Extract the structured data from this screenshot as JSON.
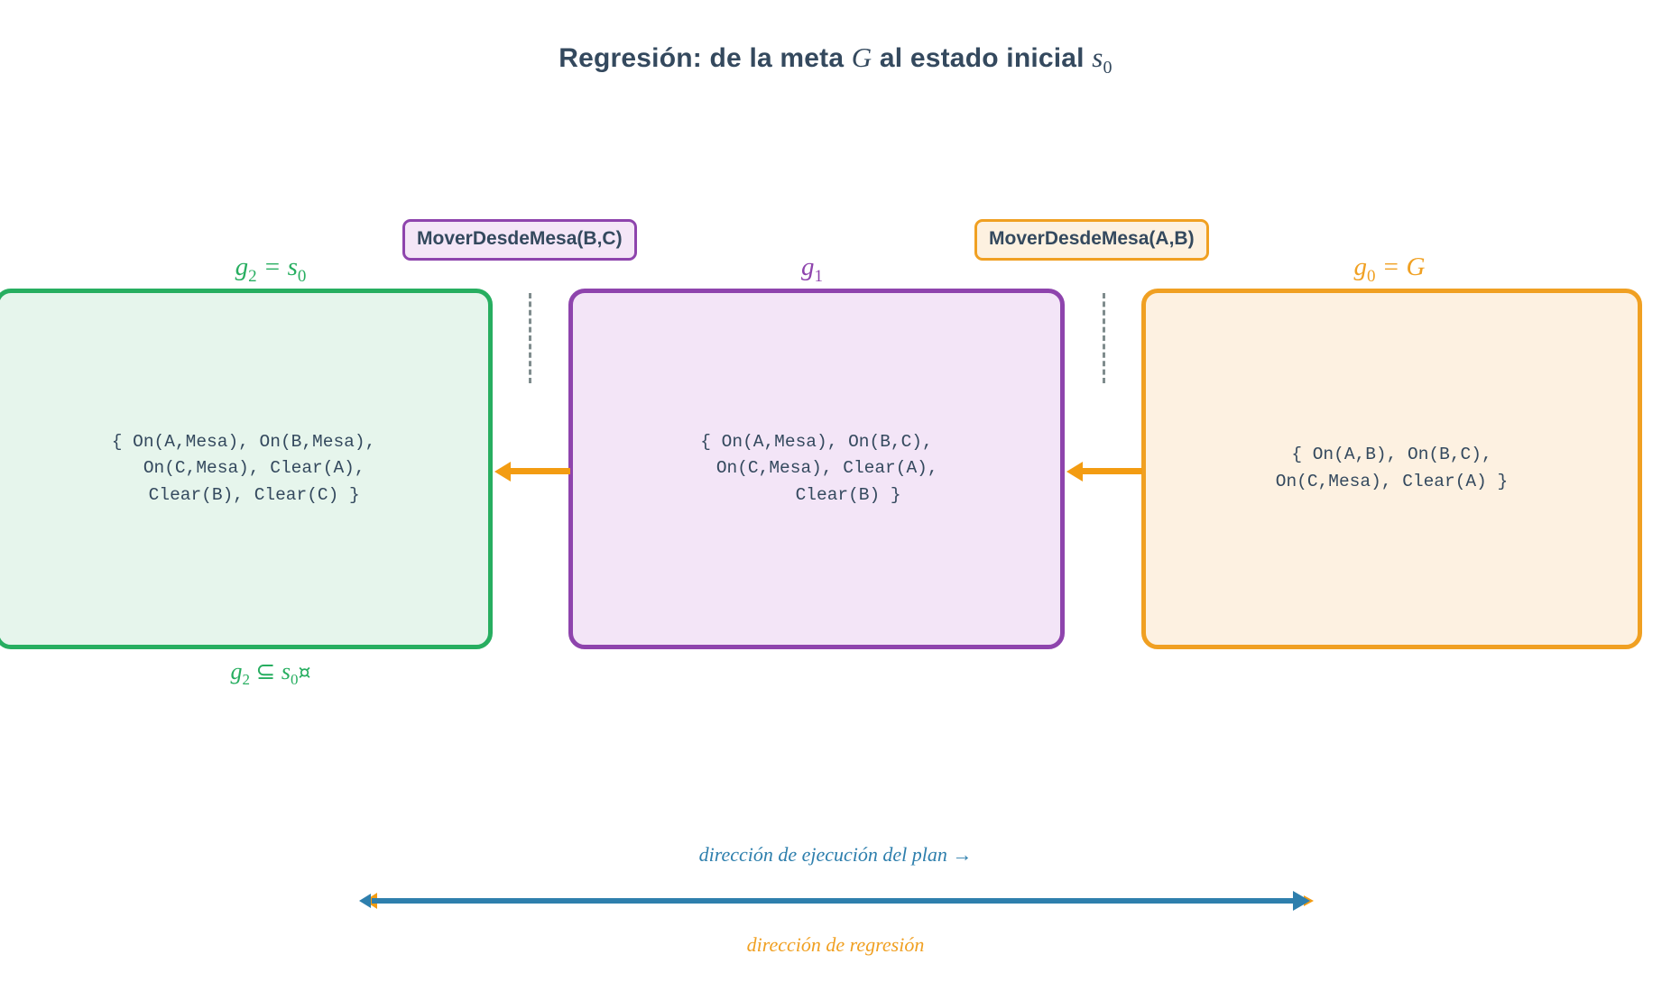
{
  "title": {
    "prefix": "Regresión: de la meta ",
    "symbol_goal": "G",
    "middle": " al estado inicial ",
    "symbol_state": "s",
    "symbol_state_sub": "0"
  },
  "actions": [
    {
      "id": "move-b-c",
      "label": "MoverDesdeMesa(B,C)",
      "color": "#8e44ad",
      "fill": "#f4e6f7"
    },
    {
      "id": "move-a-b",
      "label": "MoverDesdeMesa(A,B)",
      "color": "#f0a022",
      "fill": "#fdf1e0"
    }
  ],
  "boxes": [
    {
      "id": "g2",
      "label_main": "g",
      "label_sub": "2",
      "label_rest": " = s",
      "label_rest_sub": "0",
      "content": "{ On(A,Mesa), On(B,Mesa),\n  On(C,Mesa), Clear(A),\n  Clear(B), Clear(C) }",
      "border_color": "#27ae60",
      "fill_color": "#e6f5ec"
    },
    {
      "id": "g1",
      "label_main": "g",
      "label_sub": "1",
      "label_rest": "",
      "label_rest_sub": "",
      "content": "{ On(A,Mesa), On(B,C),\n  On(C,Mesa), Clear(A),\n      Clear(B) }",
      "border_color": "#8e44ad",
      "fill_color": "#f3e5f7"
    },
    {
      "id": "g0",
      "label_main": "g",
      "label_sub": "0",
      "label_rest": " = G",
      "label_rest_sub": "",
      "content": "{ On(A,B), On(B,C),\nOn(C,Mesa), Clear(A) }",
      "border_color": "#f0a022",
      "fill_color": "#fdf1e1"
    }
  ],
  "subset_note": {
    "lhs": "g",
    "lhs_sub": "2",
    "operator": " ⊆ ",
    "rhs": "s",
    "rhs_sub": "0",
    "marker": "¤",
    "color": "#27ae60"
  },
  "legend": {
    "plan_direction": "dirección de ejecución del plan →",
    "plan_direction_color": "#2e7fad",
    "regression_direction": "dirección de regresión",
    "regression_direction_color": "#f0a022"
  }
}
